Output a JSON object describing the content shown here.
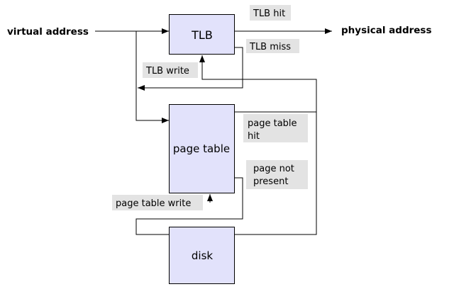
{
  "boxes": {
    "tlb": "TLB",
    "page_table": "page table",
    "disk": "disk"
  },
  "inputs": {
    "virtual_address": "virtual address"
  },
  "outputs": {
    "physical_address": "physical address"
  },
  "edge_labels": {
    "tlb_hit": "TLB hit",
    "tlb_miss": "TLB miss",
    "tlb_write": "TLB write",
    "page_table_hit": [
      "page table",
      "hit"
    ],
    "page_not_present": [
      "page not",
      "present"
    ],
    "page_table_write": "page table write"
  },
  "colors": {
    "box_fill": "#e2e2fb",
    "label_background": "#e3e3e3",
    "line": "#000000"
  }
}
